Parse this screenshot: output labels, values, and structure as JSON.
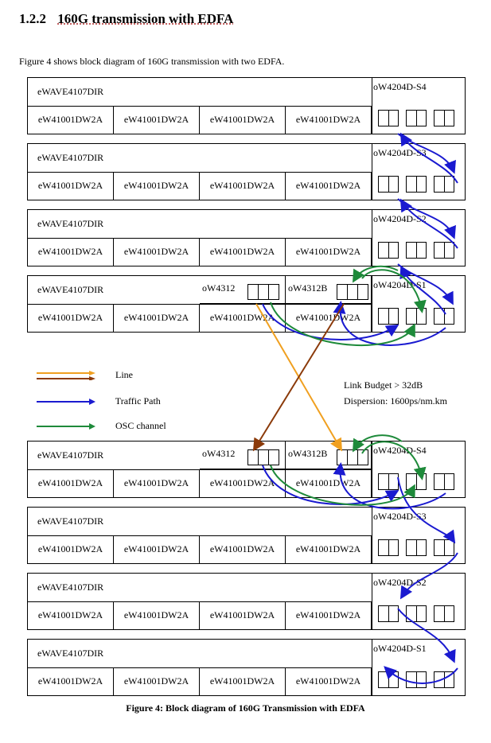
{
  "heading": {
    "number": "1.2.2",
    "title": "160G transmission with EDFA"
  },
  "intro": "Figure 4 shows block diagram of 160G transmission with two EDFA.",
  "top_chassis": [
    {
      "title": "eWAVE4107DIR",
      "cards": [
        "eW41001DW2A",
        "eW41001DW2A",
        "eW41001DW2A",
        "eW41001DW2A"
      ],
      "osc": "oW4204D-S4"
    },
    {
      "title": "eWAVE4107DIR",
      "cards": [
        "eW41001DW2A",
        "eW41001DW2A",
        "eW41001DW2A",
        "eW41001DW2A"
      ],
      "osc": "oW4204D-S3"
    },
    {
      "title": "eWAVE4107DIR",
      "cards": [
        "eW41001DW2A",
        "eW41001DW2A",
        "eW41001DW2A",
        "eW41001DW2A"
      ],
      "osc": "oW4204D-S2"
    },
    {
      "title": "eWAVE4107DIR",
      "cards": [
        "eW41001DW2A",
        "eW41001DW2A",
        "eW41001DW2A",
        "eW41001DW2A"
      ],
      "osc": "oW4204D-S1",
      "amps": [
        "oW4312",
        "oW4312B"
      ]
    }
  ],
  "bottom_chassis": [
    {
      "title": "eWAVE4107DIR",
      "cards": [
        "eW41001DW2A",
        "eW41001DW2A",
        "eW41001DW2A",
        "eW41001DW2A"
      ],
      "osc": "oW4204D-S4",
      "amps": [
        "oW4312",
        "oW4312B"
      ]
    },
    {
      "title": "eWAVE4107DIR",
      "cards": [
        "eW41001DW2A",
        "eW41001DW2A",
        "eW41001DW2A",
        "eW41001DW2A"
      ],
      "osc": "oW4204D-S3"
    },
    {
      "title": "eWAVE4107DIR",
      "cards": [
        "eW41001DW2A",
        "eW41001DW2A",
        "eW41001DW2A",
        "eW41001DW2A"
      ],
      "osc": "oW4204D-S2"
    },
    {
      "title": "eWAVE4107DIR",
      "cards": [
        "eW41001DW2A",
        "eW41001DW2A",
        "eW41001DW2A",
        "eW41001DW2A"
      ],
      "osc": "oW4204D-S1"
    }
  ],
  "legend": [
    {
      "label": "Line",
      "color": "#f0a020"
    },
    {
      "label": "Traffic Path",
      "color": "#1a1ad0"
    },
    {
      "label": "OSC channel",
      "color": "#1e8a3a"
    }
  ],
  "line_dark_color": "#8b3a0a",
  "link_budget": "Link Budget > 32dB",
  "dispersion": "Dispersion: 1600ps/nm.km",
  "caption": "Figure 4: Block diagram of 160G Transmission with EDFA"
}
